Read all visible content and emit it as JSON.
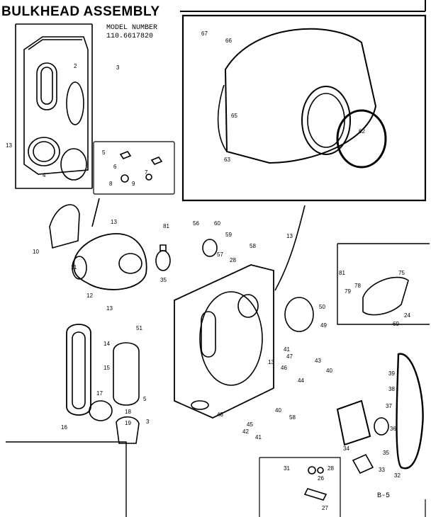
{
  "title": "BULKHEAD ASSEMBLY",
  "model_line1": "MODEL NUMBER",
  "model_line2": "110.6617820",
  "page_number": "B-5",
  "callouts": [
    "67",
    "66",
    "3",
    "2",
    "13",
    "4",
    "5",
    "6",
    "7",
    "8",
    "9",
    "62",
    "63",
    "65",
    "10",
    "11",
    "13",
    "81",
    "56",
    "60",
    "59",
    "57",
    "35",
    "58",
    "13",
    "28",
    "12",
    "13",
    "14",
    "51",
    "50",
    "49",
    "41",
    "43",
    "40",
    "13",
    "47",
    "46",
    "44",
    "45",
    "42",
    "41",
    "40",
    "58",
    "16",
    "17",
    "18",
    "19",
    "15",
    "5",
    "3",
    "48",
    "81",
    "78",
    "79",
    "75",
    "24",
    "69",
    "39",
    "38",
    "37",
    "36",
    "35",
    "34",
    "33",
    "32",
    "31",
    "28",
    "26",
    "27"
  ],
  "colors": {
    "ink": "#000000",
    "paper": "#ffffff"
  }
}
